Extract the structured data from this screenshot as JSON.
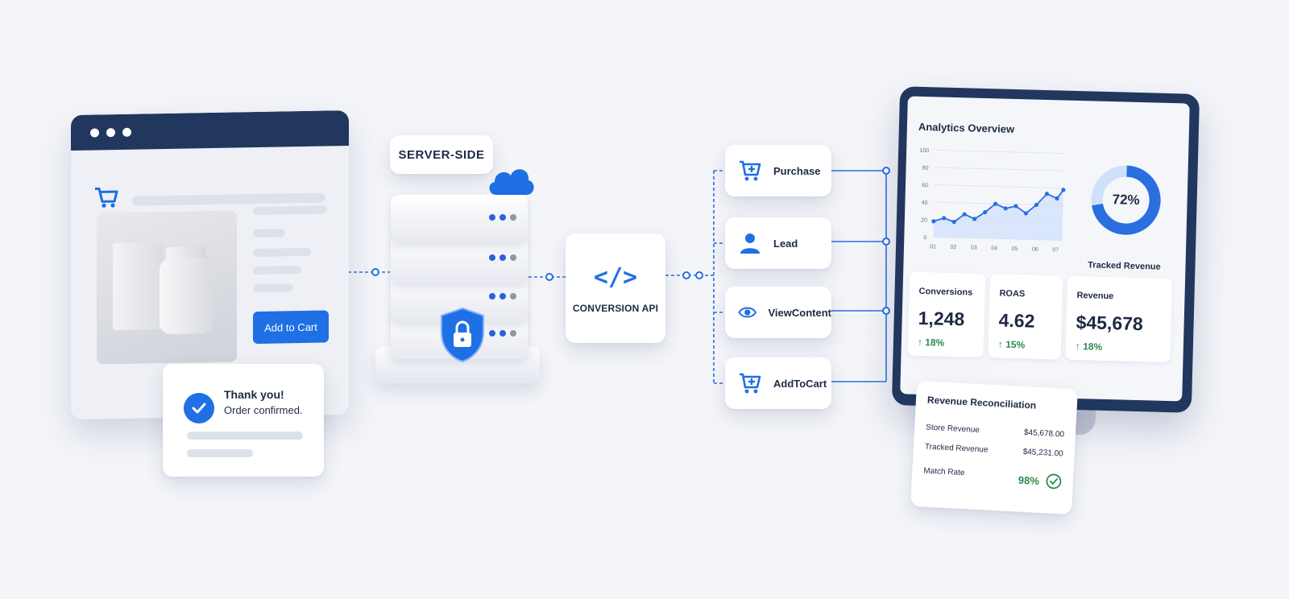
{
  "browser": {
    "add_to_cart": "Add to Cart",
    "cart_icon": "cart-icon"
  },
  "thanks": {
    "title": "Thank you!",
    "subtitle": "Order confirmed."
  },
  "server": {
    "label": "SERVER-SIDE",
    "cloud_icon": "cloud-icon",
    "lock_icon": "shield-lock-icon"
  },
  "api": {
    "symbol": "</>",
    "label": "CONVERSION API"
  },
  "events": [
    {
      "label": "Purchase",
      "icon": "cart-plus-icon"
    },
    {
      "label": "Lead",
      "icon": "user-icon"
    },
    {
      "label": "ViewContent",
      "icon": "eye-icon"
    },
    {
      "label": "AddToCart",
      "icon": "cart-plus-icon"
    }
  ],
  "analytics": {
    "title": "Analytics Overview",
    "donut_value": "72%",
    "donut_fraction": 0.72,
    "donut_label": "Tracked Revenue",
    "metrics": [
      {
        "title": "Conversions",
        "value": "1,248",
        "change": "↑ 18%"
      },
      {
        "title": "ROAS",
        "value": "4.62",
        "change": "↑ 15%"
      },
      {
        "title": "Revenue",
        "value": "$45,678",
        "change": "↑ 18%"
      }
    ]
  },
  "chart_data": {
    "type": "area",
    "categories": [
      "01",
      "02",
      "03",
      "04",
      "05",
      "06",
      "07"
    ],
    "x": [
      1,
      1.5,
      2,
      2.5,
      3,
      3.5,
      4,
      4.5,
      5,
      5.5,
      6,
      6.5,
      7,
      7.3
    ],
    "values": [
      18,
      22,
      18,
      27,
      22,
      30,
      40,
      35,
      38,
      30,
      40,
      53,
      48,
      58
    ],
    "yticks": [
      0,
      20,
      40,
      60,
      80,
      100
    ],
    "ylim": [
      0,
      100
    ],
    "grid": true,
    "colors": {
      "line": "#2a6fe0",
      "fill": "#cfe0fb"
    }
  },
  "reconciliation": {
    "title": "Revenue Reconciliation",
    "rows": [
      {
        "label": "Store Revenue",
        "value": "$45,678.00"
      },
      {
        "label": "Tracked Revenue",
        "value": "$45,231.00"
      },
      {
        "label": "Match Rate",
        "value": "98%"
      }
    ],
    "check_icon": "check-circle-icon"
  },
  "colors": {
    "accent": "#1f6fe5",
    "navy": "#22375e",
    "positive": "#2c8a4a"
  }
}
